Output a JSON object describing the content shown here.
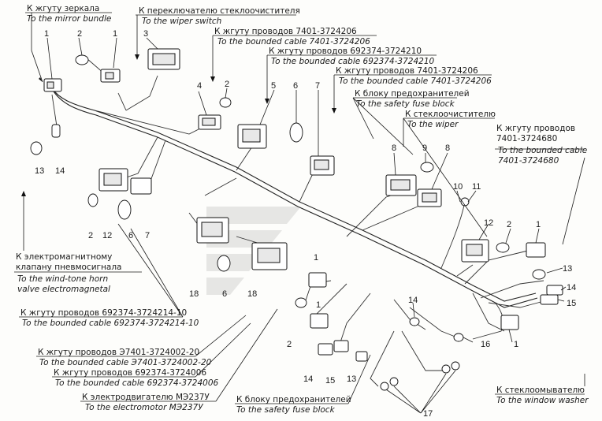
{
  "labels": [
    {
      "ru": "К жгуту зеркала",
      "en": "To the mirror bundle"
    },
    {
      "ru": "К переключателю стеклоочистителя",
      "en": "To the wiper switch"
    },
    {
      "ru": "К жгуту проводов 7401-3724206",
      "en": "To the bounded cable 7401-3724206"
    },
    {
      "ru": "К жгуту проводов 692374-3724210",
      "en": "To the bounded cable 692374-3724210"
    },
    {
      "ru": "К жгуту проводов 7401-3724206",
      "en": "To the bounded cable 7401-3724206"
    },
    {
      "ru": "К блоку предохранителей",
      "en": "To the safety fuse block"
    },
    {
      "ru": "К стеклоочистителю",
      "en": "To the wiper"
    },
    {
      "ru": "К жгуту проводов",
      "ru2": "7401-3724680",
      "en": "To the bounded cable",
      "en2": "7401-3724680"
    },
    {
      "ru": "К электромагнитному",
      "ru2": "клапану пневмосигнала",
      "en": "To the wind-tone horn",
      "en2": "valve electromagnetal"
    },
    {
      "ru": "К жгуту проводов 692374-3724214-10",
      "en": "To the bounded cable 692374-3724214-10"
    },
    {
      "ru": "К жгуту проводов Э7401-3724002-20",
      "en": "To the bounded cable Э7401-3724002-20"
    },
    {
      "ru": "К жгуту проводов 692374-3724006",
      "en": "To the bounded cable 692374-3724006"
    },
    {
      "ru": "К электродвигателю МЭ237У",
      "en": "To the electromotor МЭ237У"
    },
    {
      "ru": "К блоку предохранителей",
      "en": "To the safety fuse block"
    },
    {
      "ru": "К стеклоомывателю",
      "en": "To the window washer"
    }
  ],
  "callouts": [
    "1",
    "2",
    "1",
    "3",
    "4",
    "2",
    "5",
    "6",
    "7",
    "8",
    "9",
    "8",
    "10",
    "11",
    "12",
    "2",
    "1",
    "13",
    "14",
    "15",
    "13",
    "14",
    "2",
    "12",
    "6",
    "7",
    "18",
    "6",
    "18",
    "1",
    "1",
    "14",
    "16",
    "1",
    "2",
    "14",
    "15",
    "13",
    "17"
  ]
}
